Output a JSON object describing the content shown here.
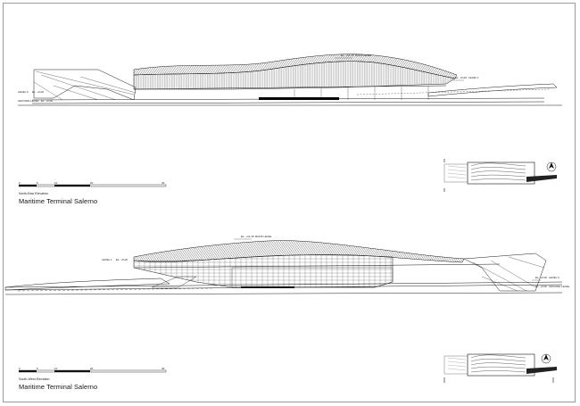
{
  "sheet": {
    "north_east": {
      "view_label": "North-East Elevation",
      "project_title": "Maritime Terminal Salerno",
      "level_tags": {
        "roof": "ROOF LEVEL",
        "level1": "LEVEL 1",
        "level0": "LEVEL 0",
        "ground": "GROUND LEVEL"
      },
      "elevation_values": {
        "roof": "EL. +14.15",
        "level1": "EL. +5.00",
        "level0": "EL. +0.00",
        "ground": "EL. +0.00"
      },
      "scale_ticks": [
        "0",
        "5",
        "10",
        "20",
        "40"
      ]
    },
    "south_west": {
      "view_label": "South-West Elevation",
      "project_title": "Maritime Terminal Salerno",
      "level_tags": {
        "roof": "ROOF LEVEL",
        "level1": "LEVEL 1",
        "level0": "LEVEL 0",
        "ground": "GROUND LEVEL"
      },
      "elevation_values": {
        "roof": "EL. +14.15",
        "level1": "EL. +5.00",
        "level0": "EL. +0.00",
        "ground": "EL. +0.00"
      },
      "scale_ticks": [
        "0",
        "5",
        "10",
        "20",
        "40"
      ]
    }
  },
  "colors": {
    "line": "#1a1a1a",
    "hatch": "#555555",
    "frame": "#9a9a9a",
    "solid": "#000000"
  },
  "icons": {
    "north_arrow": "north-arrow-icon",
    "section_marker": "section-marker-icon"
  }
}
